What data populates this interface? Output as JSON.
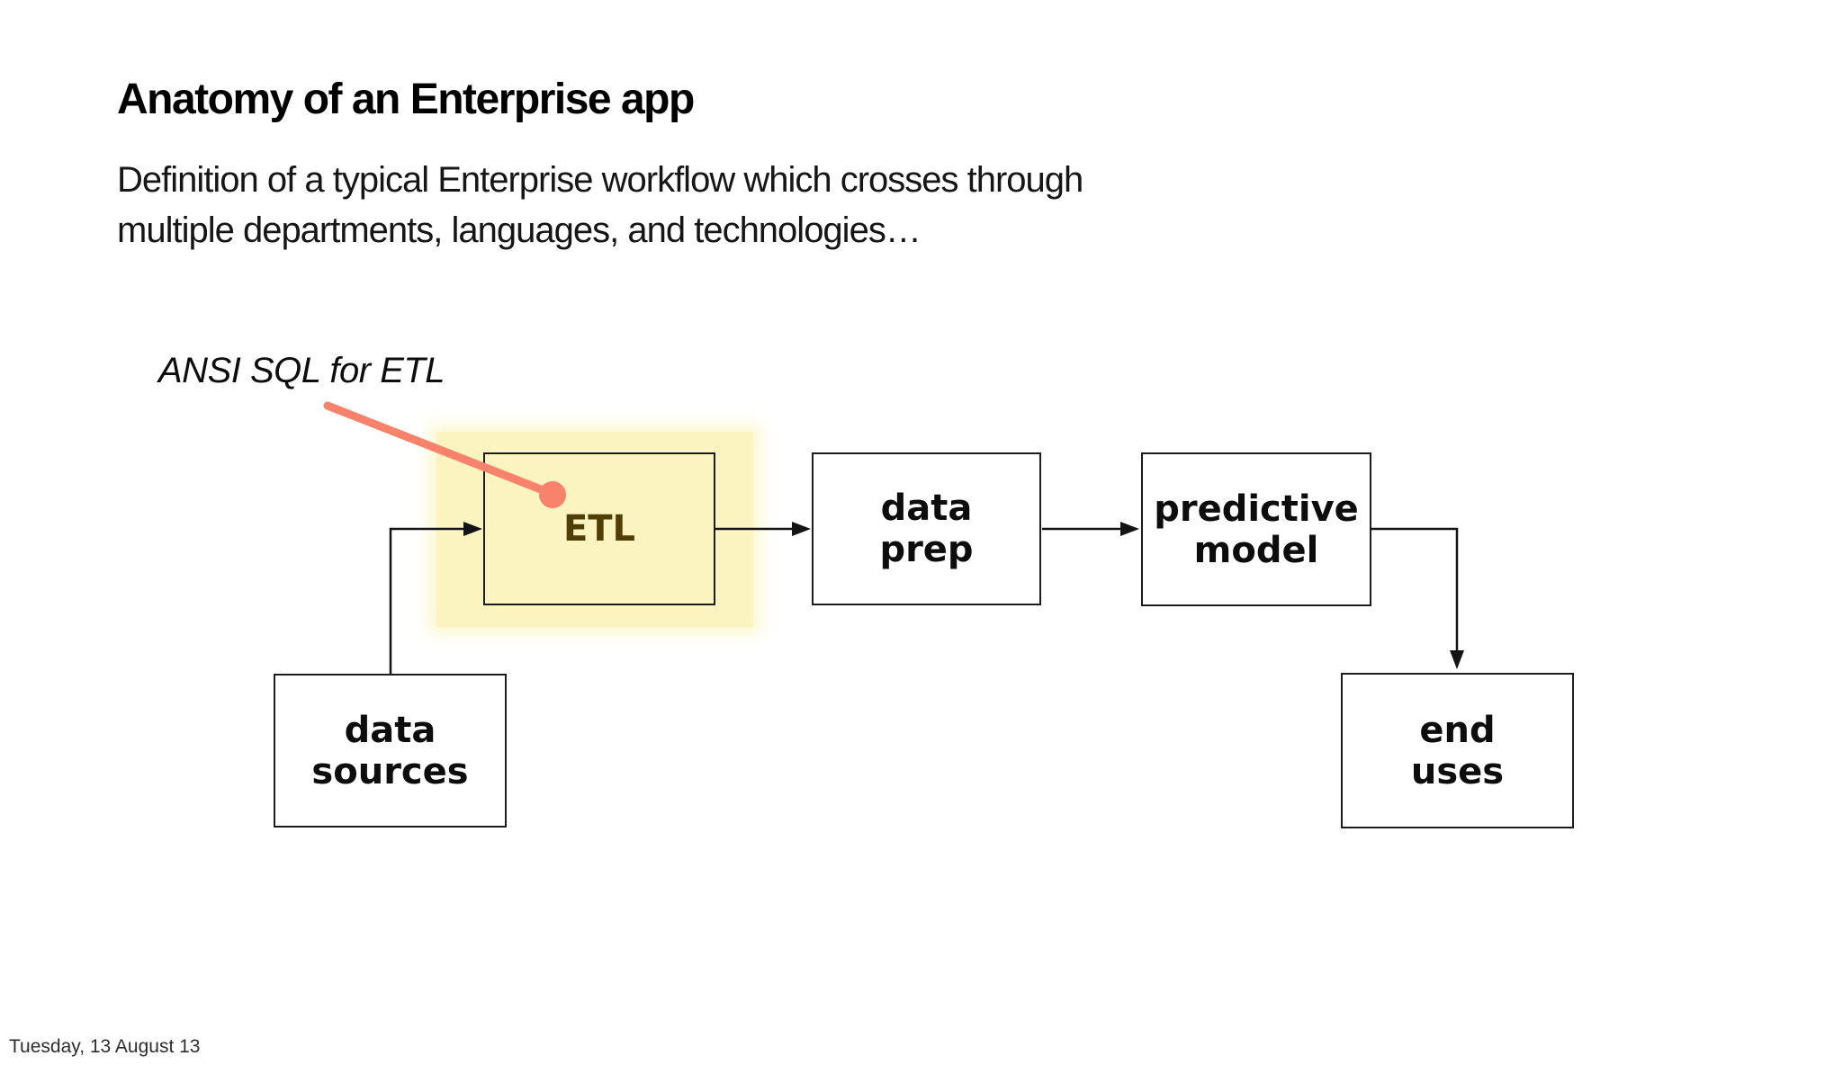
{
  "slide": {
    "title": "Anatomy of an Enterprise app",
    "subtitle_lines": [
      "Definition of a typical Enterprise workflow which crosses through",
      "multiple departments, languages, and technologies…"
    ],
    "annotation": "ANSI SQL for ETL",
    "footer": "Tuesday, 13 August 13"
  },
  "diagram": {
    "nodes": [
      {
        "id": "etl",
        "lines": [
          "ETL"
        ],
        "highlighted": true
      },
      {
        "id": "data-prep",
        "lines": [
          "data",
          "prep"
        ],
        "highlighted": false
      },
      {
        "id": "predictive-model",
        "lines": [
          "predictive",
          "model"
        ],
        "highlighted": false
      },
      {
        "id": "data-sources",
        "lines": [
          "data",
          "sources"
        ],
        "highlighted": false
      },
      {
        "id": "end-uses",
        "lines": [
          "end",
          "uses"
        ],
        "highlighted": false
      }
    ],
    "flow": [
      "data-sources → etl",
      "etl → data-prep",
      "data-prep → predictive-model",
      "predictive-model → end-uses"
    ]
  },
  "colors": {
    "highlight-yellow": "#fbf4c1",
    "callout-red": "#f8826c",
    "etl-text": "#4f3e06",
    "ink": "#141414"
  }
}
